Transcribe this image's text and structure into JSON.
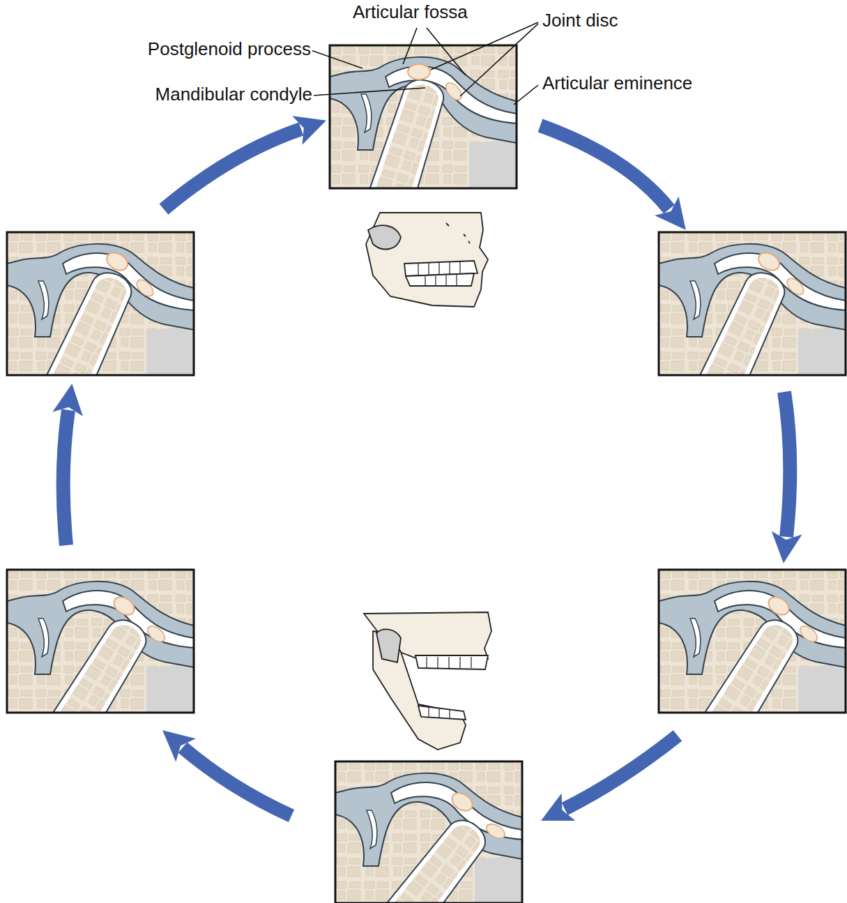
{
  "diagram": {
    "labels": [
      "Articular fossa",
      "Joint disc",
      "Postglenoid process",
      "Mandibular condyle",
      "Articular eminence"
    ]
  }
}
